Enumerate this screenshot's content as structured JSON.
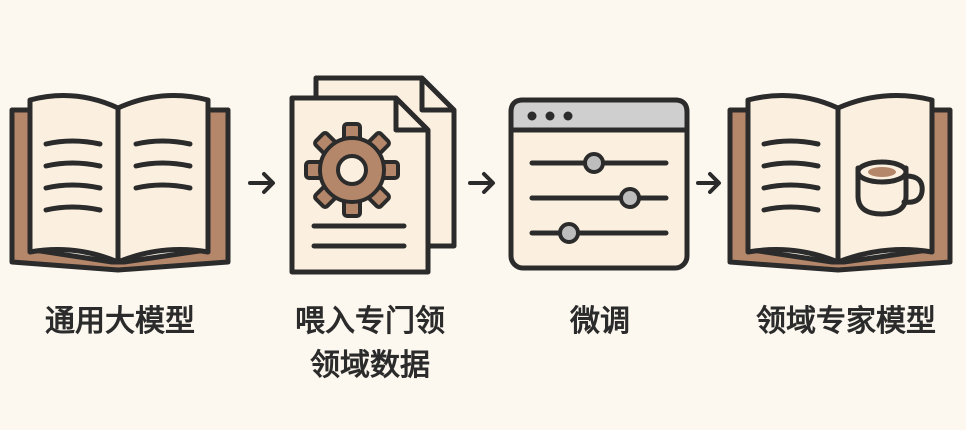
{
  "colors": {
    "background": "#fcf8ef",
    "paper": "#fbf0e0",
    "ink": "#2b2b2b",
    "accent": "#b5876a",
    "gear": "#b5876a",
    "slider_knob": "#bdbdbd",
    "window_bar": "#cfcfcf"
  },
  "steps": [
    {
      "icon": "open-book-icon",
      "label": "通用大模型"
    },
    {
      "icon": "document-gear-icon",
      "label_line1": "喂入专门领",
      "label_line2": "领域数据"
    },
    {
      "icon": "tuning-sliders-window-icon",
      "label": "微调"
    },
    {
      "icon": "book-with-cup-icon",
      "label": "领域专家模型"
    }
  ],
  "arrows": [
    "arrow-right-icon",
    "arrow-right-icon",
    "arrow-right-icon"
  ]
}
